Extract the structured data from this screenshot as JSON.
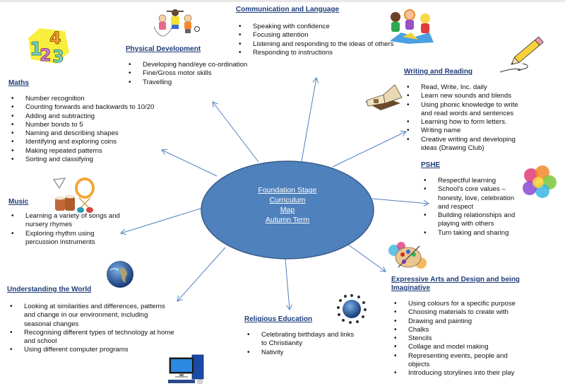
{
  "center": {
    "title_lines": [
      "Foundation Stage",
      "Curriculum",
      "Map",
      "Autumn Term"
    ],
    "fill_color": "#4f81bd",
    "border_color": "#385d8a"
  },
  "arrow_color": "#4f81bd",
  "heading_color": "#1f3d7a",
  "sections": {
    "communication": {
      "title": "Communication and Language",
      "items": [
        "Speaking with confidence",
        "Focusing attention",
        "Listening and responding to the ideas of others",
        "Responding to instructions"
      ],
      "icon": "children-playing-icon"
    },
    "physical": {
      "title": "Physical Development",
      "items": [
        "Developing hand/eye co-ordination",
        "Fine/Gross motor skills",
        "Travelling"
      ],
      "icon": "children-exercising-icon"
    },
    "maths": {
      "title": "Maths",
      "items": [
        "Number recognition",
        "Counting forwards and backwards to 10/20",
        "Adding and subtracting",
        "Number bonds to 5",
        "Naming and describing shapes",
        "Identifying and exploring coins",
        "Making repeated patterns",
        "Sorting and classifying"
      ],
      "icon": "numbers-icon"
    },
    "writing": {
      "title": "Writing and Reading",
      "items": [
        "Read, Write, Inc. daily",
        "Learn new sounds and blends",
        "Using phonic knowledge to write and read words and sentences",
        "Learning how to form letters.",
        "Writing name",
        "Creative writing and developing ideas (Drawing Club)"
      ],
      "icon": "book-icon"
    },
    "pshe": {
      "title": "PSHE",
      "items": [
        "Respectful learning",
        "School's core values – honesty, love, celebration and respect",
        "Building relationships and playing with others",
        "Turn taking and sharing"
      ],
      "icon": "hands-icon"
    },
    "music": {
      "title": "Music",
      "items": [
        "Learning a variety of songs and nursery rhymes",
        "Exploring rhythm using percussion instruments"
      ],
      "icon": "instruments-icon"
    },
    "world": {
      "title": "Understanding the World",
      "items": [
        "Looking at similarities and differences, patterns and change in our environment, including seasonal changes",
        "Recognising different types of technology at home and school",
        "Using different computer programs"
      ],
      "icon": "globe-icon"
    },
    "religious": {
      "title": "Religious Education",
      "items": [
        "Celebrating birthdays and links to Christianity",
        "Nativity"
      ],
      "icon": "faith-globe-icon"
    },
    "arts": {
      "title": "Expressive Arts and Design and being Imaginative",
      "items": [
        "Using colours for a specific purpose",
        "Choosing materials to create with",
        "Drawing and painting",
        "Chalks",
        "Stencils",
        "Collage and model making",
        "Representing events, people and objects",
        "Introducing storylines into their play"
      ],
      "icon": "paint-palette-icon"
    }
  }
}
